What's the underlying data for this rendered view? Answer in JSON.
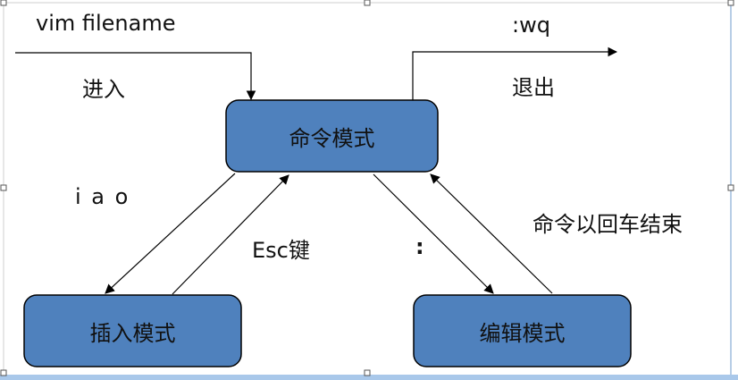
{
  "nodes": {
    "command_mode": "命令模式",
    "insert_mode": "插入模式",
    "edit_mode": "编辑模式"
  },
  "labels": {
    "open_command": "vim filename",
    "enter": "进入",
    "save_quit_command": ":wq",
    "exit": "退出",
    "insert_keys": "i a o",
    "esc_key": "Esc键",
    "colon_key": ":",
    "enter_to_finish": "命令以回车结束"
  },
  "colors": {
    "node_fill": "#4f81bd",
    "node_stroke": "#000000",
    "bottom_bar": "#a9c8ea",
    "frame_right": "#b7cde6"
  }
}
